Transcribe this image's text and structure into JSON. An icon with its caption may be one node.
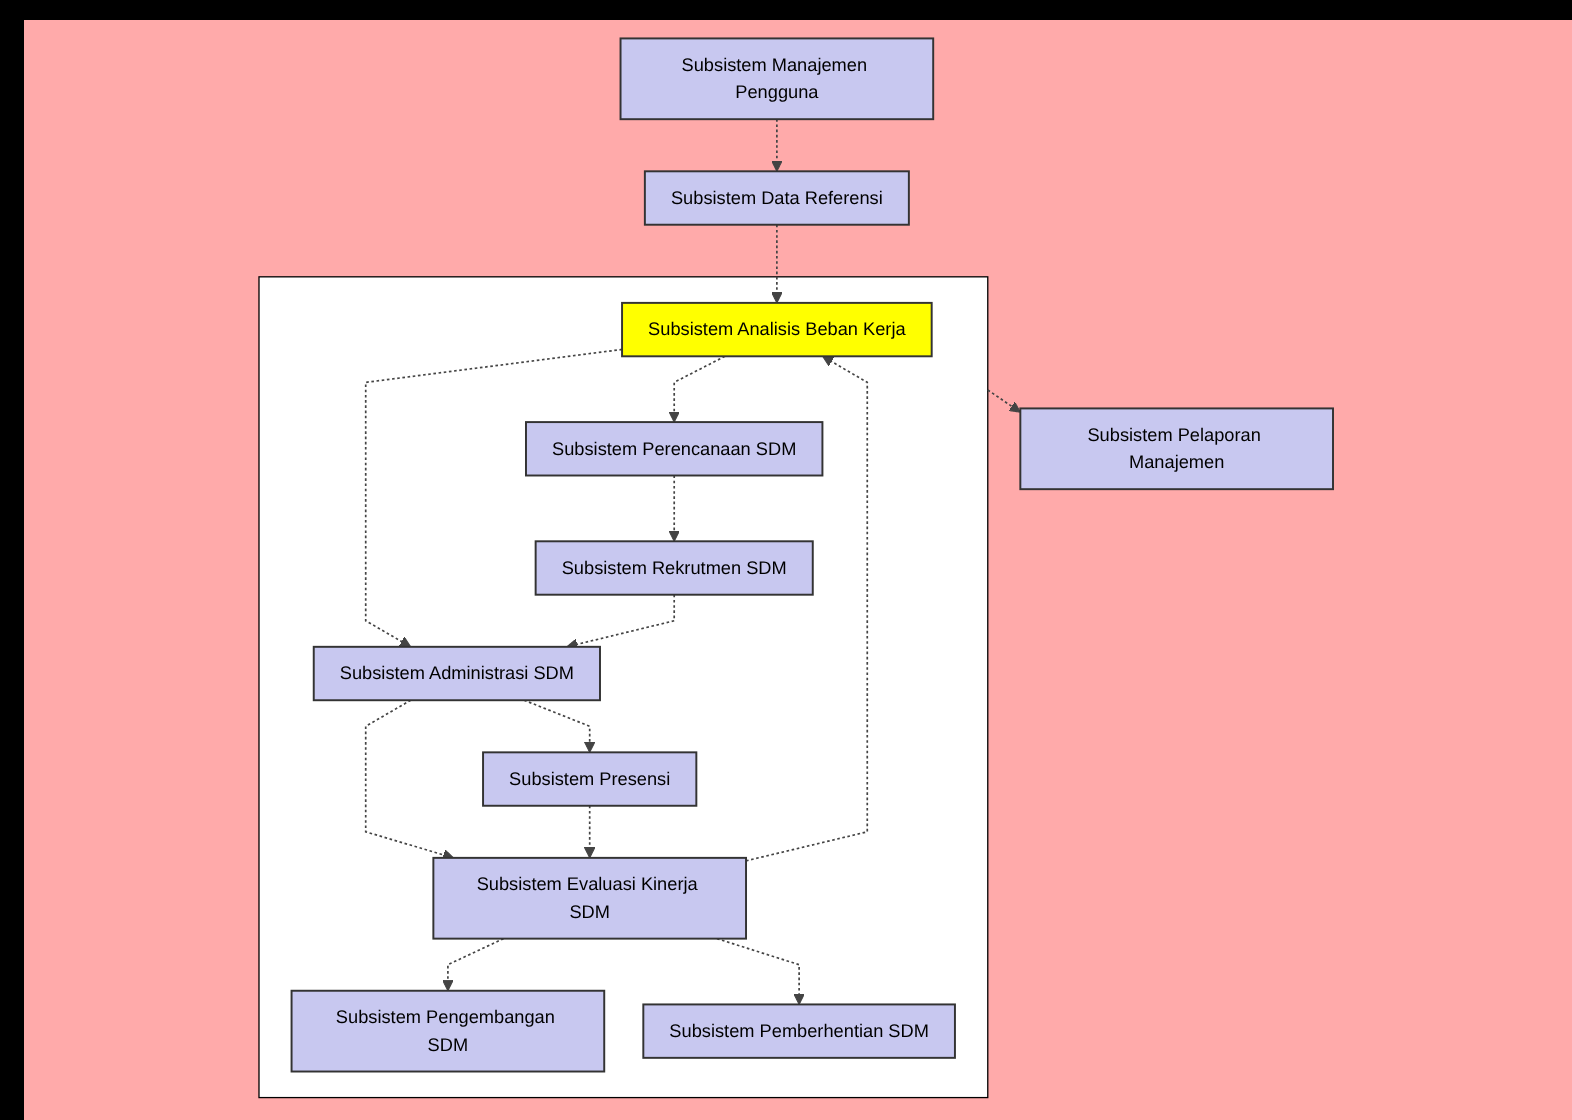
{
  "diagram": {
    "nodes": [
      {
        "text": [
          "Subsistem Manajemen Pengguna"
        ]
      },
      {
        "text": [
          "Subsistem Data Referensi"
        ]
      },
      {
        "text": [
          "Subsistem Pelaporan Manajemen"
        ]
      },
      {
        "text": [],
        "shape": "box"
      },
      {
        "text": [
          "Subsistem Analisis Beban Kerja"
        ],
        "in": 3
      },
      {
        "text": [
          "Subsistem Administrasi SDM"
        ],
        "in": 3
      },
      {
        "text": [
          "Subsistem Evaluasi Kinerja SDM"
        ],
        "in": 3
      },
      {
        "text": [
          "Subsistem Perencanaan SDM"
        ],
        "in": 3
      },
      {
        "text": [
          "Subsistem Presensi"
        ],
        "in": 3
      },
      {
        "text": [
          "Subsistem Pengembangan SDM"
        ],
        "in": 3
      },
      {
        "text": [
          "Subsistem Rekrutmen SDM"
        ],
        "in": 3
      },
      {
        "text": [
          "Subsistem Pemberhentian SDM"
        ],
        "in": 3
      }
    ],
    "edges": [
      {
        "from": 0,
        "to": 1,
        "arrow": "to",
        "style": "dashed"
      },
      {
        "from": 1,
        "to": 4,
        "arrow": "to",
        "style": "dashed"
      },
      {
        "from": 4,
        "to": 5,
        "arrow": "to",
        "style": "dashed"
      },
      {
        "from": 5,
        "to": 6,
        "arrow": "to",
        "style": "dashed"
      },
      {
        "from": 6,
        "to": 4,
        "arrow": "to",
        "style": "dashed"
      },
      {
        "from": 4,
        "to": 7,
        "arrow": "to",
        "style": "dashed"
      },
      {
        "from": 7,
        "to": 10,
        "arrow": "to",
        "style": "dashed"
      },
      {
        "from": 10,
        "to": 5,
        "arrow": "to",
        "style": "dashed"
      },
      {
        "from": 5,
        "to": 8,
        "arrow": "to",
        "style": "dashed"
      },
      {
        "from": 8,
        "to": 6,
        "arrow": "to",
        "style": "dashed"
      },
      {
        "from": 6,
        "to": 9,
        "arrow": "to",
        "style": "dashed"
      },
      {
        "from": 6,
        "to": 11,
        "arrow": "to",
        "style": "dashed"
      },
      {
        "from": 3,
        "to": 2,
        "arrow": "to",
        "style": "dashed"
      }
    ]
  }
}
